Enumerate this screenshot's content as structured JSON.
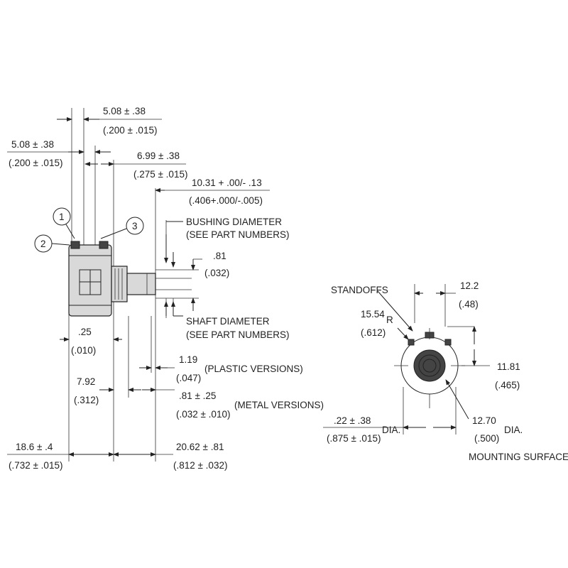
{
  "side_view": {
    "dim_top_center": {
      "mm": "5.08 ± .38",
      "in": "(.200 ± .015)"
    },
    "dim_top_left": {
      "mm": "5.08 ± .38",
      "in": "(.200 ± .015)"
    },
    "dim_top_right": {
      "mm": "6.99 ± .38",
      "in": "(.275 ± .015)"
    },
    "dim_bushing_len": {
      "mm": "10.31 + .00/- .13",
      "in": "(.406+.000/-.005)"
    },
    "bushing_label": {
      "line1": "BUSHING DIAMETER",
      "line2": "(SEE PART NUMBERS)"
    },
    "dim_shaft_gap": {
      "mm": ".81",
      "in": "(.032)"
    },
    "shaft_label": {
      "line1": "SHAFT DIAMETER",
      "line2": "(SEE PART NUMBERS)"
    },
    "dim_small": {
      "mm": ".25",
      "in": "(.010)"
    },
    "dim_plastic": {
      "mm": "1.19",
      "in": "(.047)",
      "note": "(PLASTIC VERSIONS)"
    },
    "dim_body": {
      "mm": "7.92",
      "in": "(.312)"
    },
    "dim_metal": {
      "mm": ".81 ± .25",
      "in": "(.032 ± .010)",
      "note": "(METAL VERSIONS)"
    },
    "dim_overall_left": {
      "mm": "18.6 ± .4",
      "in": "(.732 ± .015)"
    },
    "dim_overall_right": {
      "mm": "20.62 ± .81",
      "in": "(.812 ± .032)"
    },
    "terminals": [
      "1",
      "2",
      "3"
    ]
  },
  "front_view": {
    "standoffs_label": "STANDOFFS",
    "dim_radius": {
      "mm": "15.54",
      "in": "(.612)",
      "suffix": "R"
    },
    "dim_width": {
      "mm": "12.2",
      "in": "(.48)"
    },
    "dim_height": {
      "mm": "11.81",
      "in": "(.465)"
    },
    "dim_outer_dia": {
      "mm": ".22 ± .38",
      "in": "(.875 ± .015)",
      "suffix": "DIA."
    },
    "dim_mount_dia": {
      "mm": "12.70",
      "in": "(.500)",
      "suffix": "DIA."
    },
    "mounting_label": "MOUNTING SURFACE"
  }
}
